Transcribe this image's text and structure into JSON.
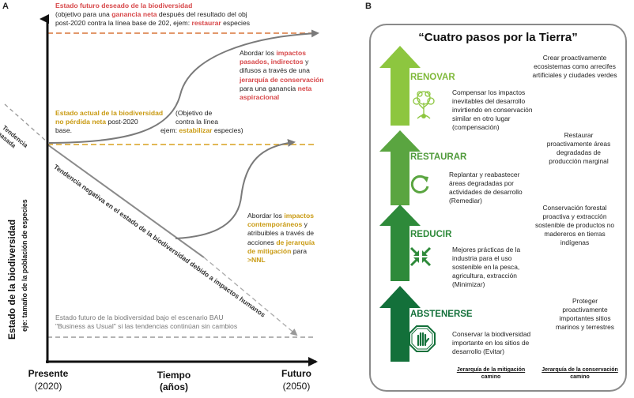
{
  "panel_a": {
    "letter": "A",
    "future_desired": {
      "title": "Estado futuro deseado de la biodiversidad",
      "l1a": "(objetivo para una ",
      "l1b": "ganancia neta",
      "l1c": " después del resultado del obj",
      "l2a": "post-2020 contra la línea base de 202, ejem: ",
      "l2b": "restaurar",
      "l2c": " especies"
    },
    "current_state": {
      "l1a": "Estado actual de la biodiversidad",
      "l1b": "(Objetivo de",
      "l2a": "no pérdida neta",
      "l2b": " post-2020",
      "l2c": "contra la línea",
      "l3a": "base.",
      "l3b": "ejem: ",
      "l3c": "estabilizar",
      "l3d": " especies)"
    },
    "address_past": {
      "l1a": "Abordar los ",
      "l1b": "impactos",
      "l2a": "pasados, indirectos",
      "l2b": " y",
      "l3": "difusos a través de una",
      "l4": "jerarquía de conservación",
      "l5": "para una ganancia ",
      "l5b": "neta",
      "l6": "aspiracional"
    },
    "address_contemporary": {
      "l1a": "Abordar los ",
      "l1b": "impactos",
      "l2a": "contemporáneos",
      "l2b": " y",
      "l3": "atribuibles a través de",
      "l4a": "acciones ",
      "l4b": "de jerarquía",
      "l5a": "de mitigación",
      "l5b": " para",
      "l6": ">NNL"
    },
    "bau": {
      "l1": "Estado futuro de la biodiversidad bajo el escenario BAU",
      "l2": "\"Business as Usual\" si las tendencias continúan sin cambios"
    },
    "past_trend": "Tendencia pasada",
    "past_trend_l1": "Tendencia",
    "past_trend_l2": "pasada",
    "negative_trend": "Tendencia negativa en el estado de la biodiversidad debido a impactos humanos",
    "y_axis_title": "Estado de la biodiversidad",
    "y_axis_sub": "eje: tamaño de la población de especies",
    "x_present": "Presente",
    "x_present_year": "(2020)",
    "x_time": "Tiempo",
    "x_time_unit": "(años)",
    "x_future": "Futuro",
    "x_future_year": "(2050)"
  },
  "panel_b": {
    "letter": "B",
    "title": "“Cuatro pasos por la Tierra”",
    "steps": [
      {
        "name": "RENOVAR",
        "color": "#8dc63f",
        "icon": "tree-icon",
        "mid": [
          "Compensar los impactos",
          "inevitables del desarrollo",
          "invirtiendo en conservación",
          "similar en otro lugar",
          "(compensación)"
        ],
        "right": [
          "Crear proactivamente",
          "ecosistemas como arrecifes",
          "artificiales y ciudades verdes"
        ]
      },
      {
        "name": "RESTAURAR",
        "color": "#5aa540",
        "icon": "refresh-icon",
        "mid": [
          "Replantar y reabastecer",
          "áreas degradadas por",
          "actividades de desarrollo",
          "(Remediar)"
        ],
        "right": [
          "Restaurar",
          "proactivamente áreas",
          "degradadas de",
          "producción marginal"
        ]
      },
      {
        "name": "REDUCIR",
        "color": "#2e8a3a",
        "icon": "compress-arrows-icon",
        "mid": [
          "Mejores prácticas de la",
          "industria para el uso",
          "sostenible en la pesca,",
          "agricultura, extracción",
          "(Minimizar)"
        ],
        "right": [
          "Conservación forestal",
          "proactiva y extracción",
          "sostenible de productos no",
          "madereros en tierras",
          "indígenas"
        ]
      },
      {
        "name": "ABSTENERSE",
        "color": "#13703a",
        "icon": "stop-hand-icon",
        "mid": [
          "Conservar la biodiversidad",
          "importante en los sitios de",
          "desarrollo (Evitar)"
        ],
        "right": [
          "Proteger",
          "proactivamente",
          "importantes sitios",
          "marinos y terrestres"
        ]
      }
    ],
    "footer_left_title": "Jerarquía de la mitigación",
    "footer_left_sub": "camino",
    "footer_right_title": "Jerarquía de la conservación",
    "footer_right_sub": "camino"
  }
}
